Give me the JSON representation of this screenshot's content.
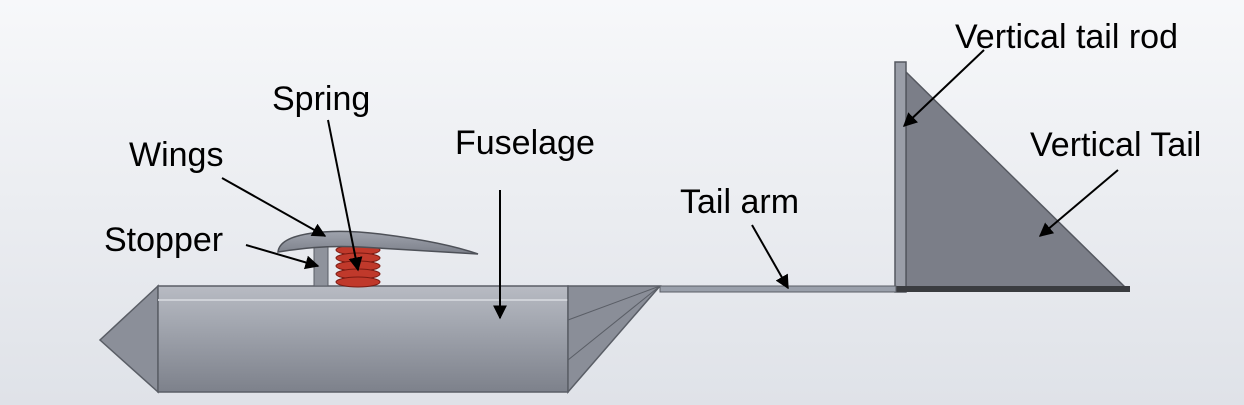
{
  "labels": {
    "spring": "Spring",
    "wings": "Wings",
    "stopper": "Stopper",
    "fuselage": "Fuselage",
    "tail_arm": "Tail arm",
    "vertical_tail_rod": "Vertical tail rod",
    "vertical_tail": "Vertical Tail"
  },
  "colors": {
    "background_light": "#f7f8fa",
    "background_dark": "#dfe2e8",
    "body_gray": "#8e929c",
    "body_light": "#b5b8c0",
    "tail_gray": "#7b7e88",
    "spring_red": "#c0392b",
    "arrow": "#000000"
  }
}
